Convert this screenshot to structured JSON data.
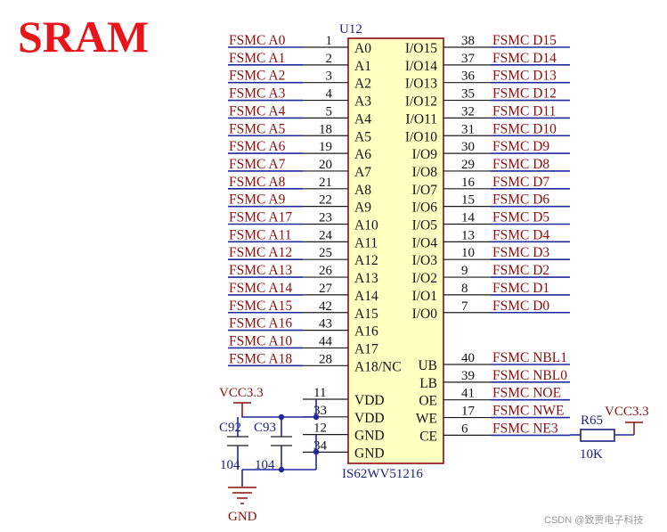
{
  "title": "SRAM",
  "chip": {
    "designator": "U12",
    "part": "IS62WV51216",
    "left_pins": [
      {
        "net": "FSMC_A0",
        "num": "1",
        "name": "A0"
      },
      {
        "net": "FSMC_A1",
        "num": "2",
        "name": "A1"
      },
      {
        "net": "FSMC_A2",
        "num": "3",
        "name": "A2"
      },
      {
        "net": "FSMC_A3",
        "num": "4",
        "name": "A3"
      },
      {
        "net": "FSMC_A4",
        "num": "5",
        "name": "A4"
      },
      {
        "net": "FSMC_A5",
        "num": "18",
        "name": "A5"
      },
      {
        "net": "FSMC_A6",
        "num": "19",
        "name": "A6"
      },
      {
        "net": "FSMC_A7",
        "num": "20",
        "name": "A7"
      },
      {
        "net": "FSMC_A8",
        "num": "21",
        "name": "A8"
      },
      {
        "net": "FSMC_A9",
        "num": "22",
        "name": "A9"
      },
      {
        "net": "FSMC_A17",
        "num": "23",
        "name": "A10"
      },
      {
        "net": "FSMC_A11",
        "num": "24",
        "name": "A11"
      },
      {
        "net": "FSMC_A12",
        "num": "25",
        "name": "A12"
      },
      {
        "net": "FSMC_A13",
        "num": "26",
        "name": "A13"
      },
      {
        "net": "FSMC_A14",
        "num": "27",
        "name": "A14"
      },
      {
        "net": "FSMC_A15",
        "num": "42",
        "name": "A15"
      },
      {
        "net": "FSMC_A16",
        "num": "43",
        "name": "A16"
      },
      {
        "net": "FSMC_A10",
        "num": "44",
        "name": "A17"
      },
      {
        "net": "FSMC_A18",
        "num": "28",
        "name": "A18/NC"
      }
    ],
    "power_pins": [
      {
        "num": "11",
        "name": "VDD"
      },
      {
        "num": "33",
        "name": "VDD"
      },
      {
        "num": "12",
        "name": "GND"
      },
      {
        "num": "34",
        "name": "GND"
      }
    ],
    "right_pins": [
      {
        "net": "FSMC_D15",
        "num": "38",
        "name": "I/O15"
      },
      {
        "net": "FSMC_D14",
        "num": "37",
        "name": "I/O14"
      },
      {
        "net": "FSMC_D13",
        "num": "36",
        "name": "I/O13"
      },
      {
        "net": "FSMC_D12",
        "num": "35",
        "name": "I/O12"
      },
      {
        "net": "FSMC_D11",
        "num": "32",
        "name": "I/O11"
      },
      {
        "net": "FSMC_D10",
        "num": "31",
        "name": "I/O10"
      },
      {
        "net": "FSMC_D9",
        "num": "30",
        "name": "I/O9"
      },
      {
        "net": "FSMC_D8",
        "num": "29",
        "name": "I/O8"
      },
      {
        "net": "FSMC_D7",
        "num": "16",
        "name": "I/O7"
      },
      {
        "net": "FSMC_D6",
        "num": "15",
        "name": "I/O6"
      },
      {
        "net": "FSMC_D5",
        "num": "14",
        "name": "I/O5"
      },
      {
        "net": "FSMC_D4",
        "num": "13",
        "name": "I/O4"
      },
      {
        "net": "FSMC_D3",
        "num": "10",
        "name": "I/O3"
      },
      {
        "net": "FSMC_D2",
        "num": "9",
        "name": "I/O2"
      },
      {
        "net": "FSMC_D1",
        "num": "8",
        "name": "I/O1"
      },
      {
        "net": "FSMC_D0",
        "num": "7",
        "name": "I/O0"
      }
    ],
    "control_pins": [
      {
        "net": "FSMC_NBL1",
        "num": "40",
        "name": "UB"
      },
      {
        "net": "FSMC_NBL0",
        "num": "39",
        "name": "LB"
      },
      {
        "net": "FSMC_NOE",
        "num": "41",
        "name": "OE"
      },
      {
        "net": "FSMC_NWE",
        "num": "17",
        "name": "WE"
      },
      {
        "net": "FSMC_NE3",
        "num": "6",
        "name": "CE"
      }
    ]
  },
  "vcc_left": "VCC3.3",
  "vcc_right": "VCC3.3",
  "gnd": "GND",
  "caps": [
    {
      "designator": "C92",
      "value": "104"
    },
    {
      "designator": "C93",
      "value": "104"
    }
  ],
  "resistor": {
    "designator": "R65",
    "value": "10K"
  },
  "watermark": "CSDN @致贾电子科技"
}
